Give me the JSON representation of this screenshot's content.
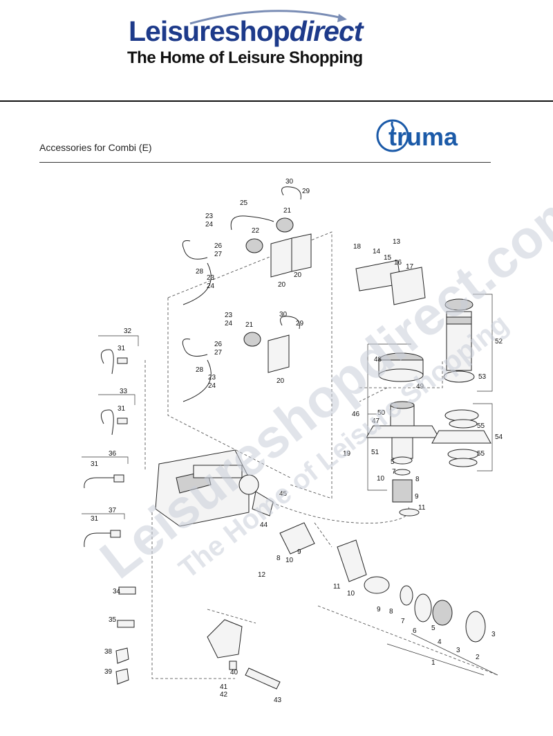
{
  "header": {
    "brand_main": "Leisureshop",
    "brand_accent": "direct",
    "tagline": "The Home of Leisure Shopping"
  },
  "document": {
    "title": "Accessories for Combi (E)",
    "manufacturer_logo": "truma"
  },
  "watermark": {
    "line1": "Leisureshopdirect.com",
    "line2": "The Home of Leisure Shopping"
  },
  "callouts": {
    "c1": "1",
    "c2": "2",
    "c3a": "3",
    "c3b": "3",
    "c4": "4",
    "c5a": "5",
    "c5b": "5",
    "c6": "6",
    "c7a": "7",
    "c7b": "7",
    "c8a": "8",
    "c8b": "8",
    "c8c": "8",
    "c9a": "9",
    "c9b": "9",
    "c9c": "9",
    "c10a": "10",
    "c10b": "10",
    "c10c": "10",
    "c11a": "11",
    "c11b": "11",
    "c12": "12",
    "c13": "13",
    "c14": "14",
    "c15": "15",
    "c16": "16",
    "c17": "17",
    "c18": "18",
    "c19": "19",
    "c20a": "20",
    "c20b": "20",
    "c20c": "20",
    "c21a": "21",
    "c21b": "21",
    "c22": "22",
    "c23a": "23",
    "c24a": "24",
    "c23b": "23",
    "c24b": "24",
    "c23c": "23",
    "c24c": "24",
    "c23d": "23",
    "c24d": "24",
    "c25": "25",
    "c26a": "26",
    "c27a": "27",
    "c26b": "26",
    "c27b": "27",
    "c28a": "28",
    "c28b": "28",
    "c29a": "29",
    "c29b": "29",
    "c30a": "30",
    "c30b": "30",
    "c31a": "31",
    "c31b": "31",
    "c31c": "31",
    "c31d": "31",
    "c32": "32",
    "c33": "33",
    "c34": "34",
    "c35": "35",
    "c36": "36",
    "c37": "37",
    "c38": "38",
    "c39": "39",
    "c40": "40",
    "c41": "41",
    "c42": "42",
    "c43": "43",
    "c44": "44",
    "c45": "45",
    "c46": "46",
    "c47": "47",
    "c48": "48",
    "c49": "49",
    "c50": "50",
    "c51": "51",
    "c52": "52",
    "c53": "53",
    "c54": "54",
    "c55a": "55",
    "c55b": "55"
  },
  "colors": {
    "brand_blue": "#1d3a8a",
    "truma_blue": "#1b5aa8",
    "watermark_gray": "#c9ced9"
  }
}
